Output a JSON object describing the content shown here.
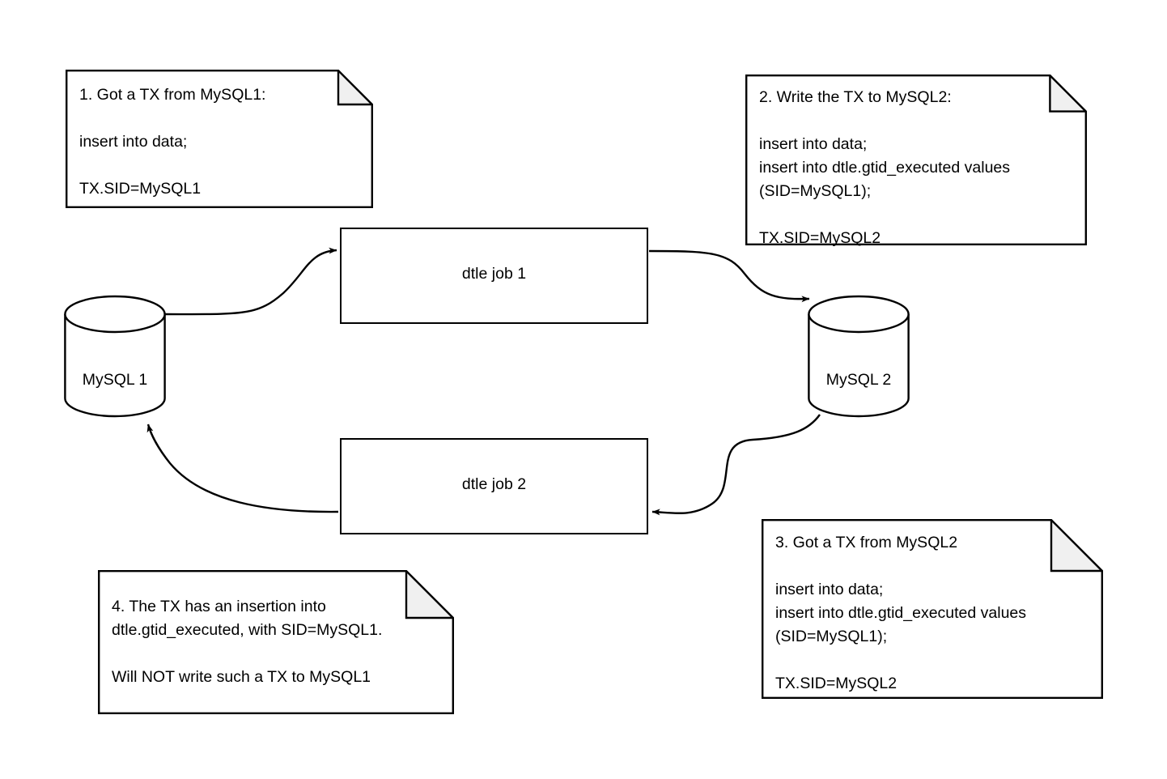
{
  "diagram": {
    "title": "dtle bidirectional replication GTID loop prevention",
    "background_color": "#ffffff",
    "stroke_color": "#000000",
    "note_fold_fill": "#f0f0f0"
  },
  "nodes": {
    "db_left": {
      "label": "MySQL 1"
    },
    "db_right": {
      "label": "MySQL 2"
    },
    "job_top": {
      "label": "dtle job 1"
    },
    "job_bottom": {
      "label": "dtle job 2"
    }
  },
  "notes": [
    {
      "id": "note-1",
      "text": "1. Got a TX from MySQL1:\n\ninsert into data;\n\nTX.SID=MySQL1"
    },
    {
      "id": "note-2",
      "text": "2. Write the TX to MySQL2:\n\ninsert into data;\ninsert into dtle.gtid_executed values\n(SID=MySQL1);\n\nTX.SID=MySQL2"
    },
    {
      "id": "note-3",
      "text": "3. Got a TX from MySQL2\n\ninsert into data;\ninsert into dtle.gtid_executed values\n(SID=MySQL1);\n\nTX.SID=MySQL2"
    },
    {
      "id": "note-4",
      "text": "4. The TX has an insertion into\ndtle.gtid_executed, with SID=MySQL1.\n\nWill NOT write such a TX to MySQL1"
    }
  ],
  "edges": [
    {
      "id": "edge-db1-to-job1",
      "from": "MySQL 1",
      "to": "dtle job 1"
    },
    {
      "id": "edge-job1-to-db2",
      "from": "dtle job 1",
      "to": "MySQL 2"
    },
    {
      "id": "edge-db2-to-job2",
      "from": "MySQL 2",
      "to": "dtle job 2"
    },
    {
      "id": "edge-job2-to-db1",
      "from": "dtle job 2",
      "to": "MySQL 1"
    }
  ]
}
